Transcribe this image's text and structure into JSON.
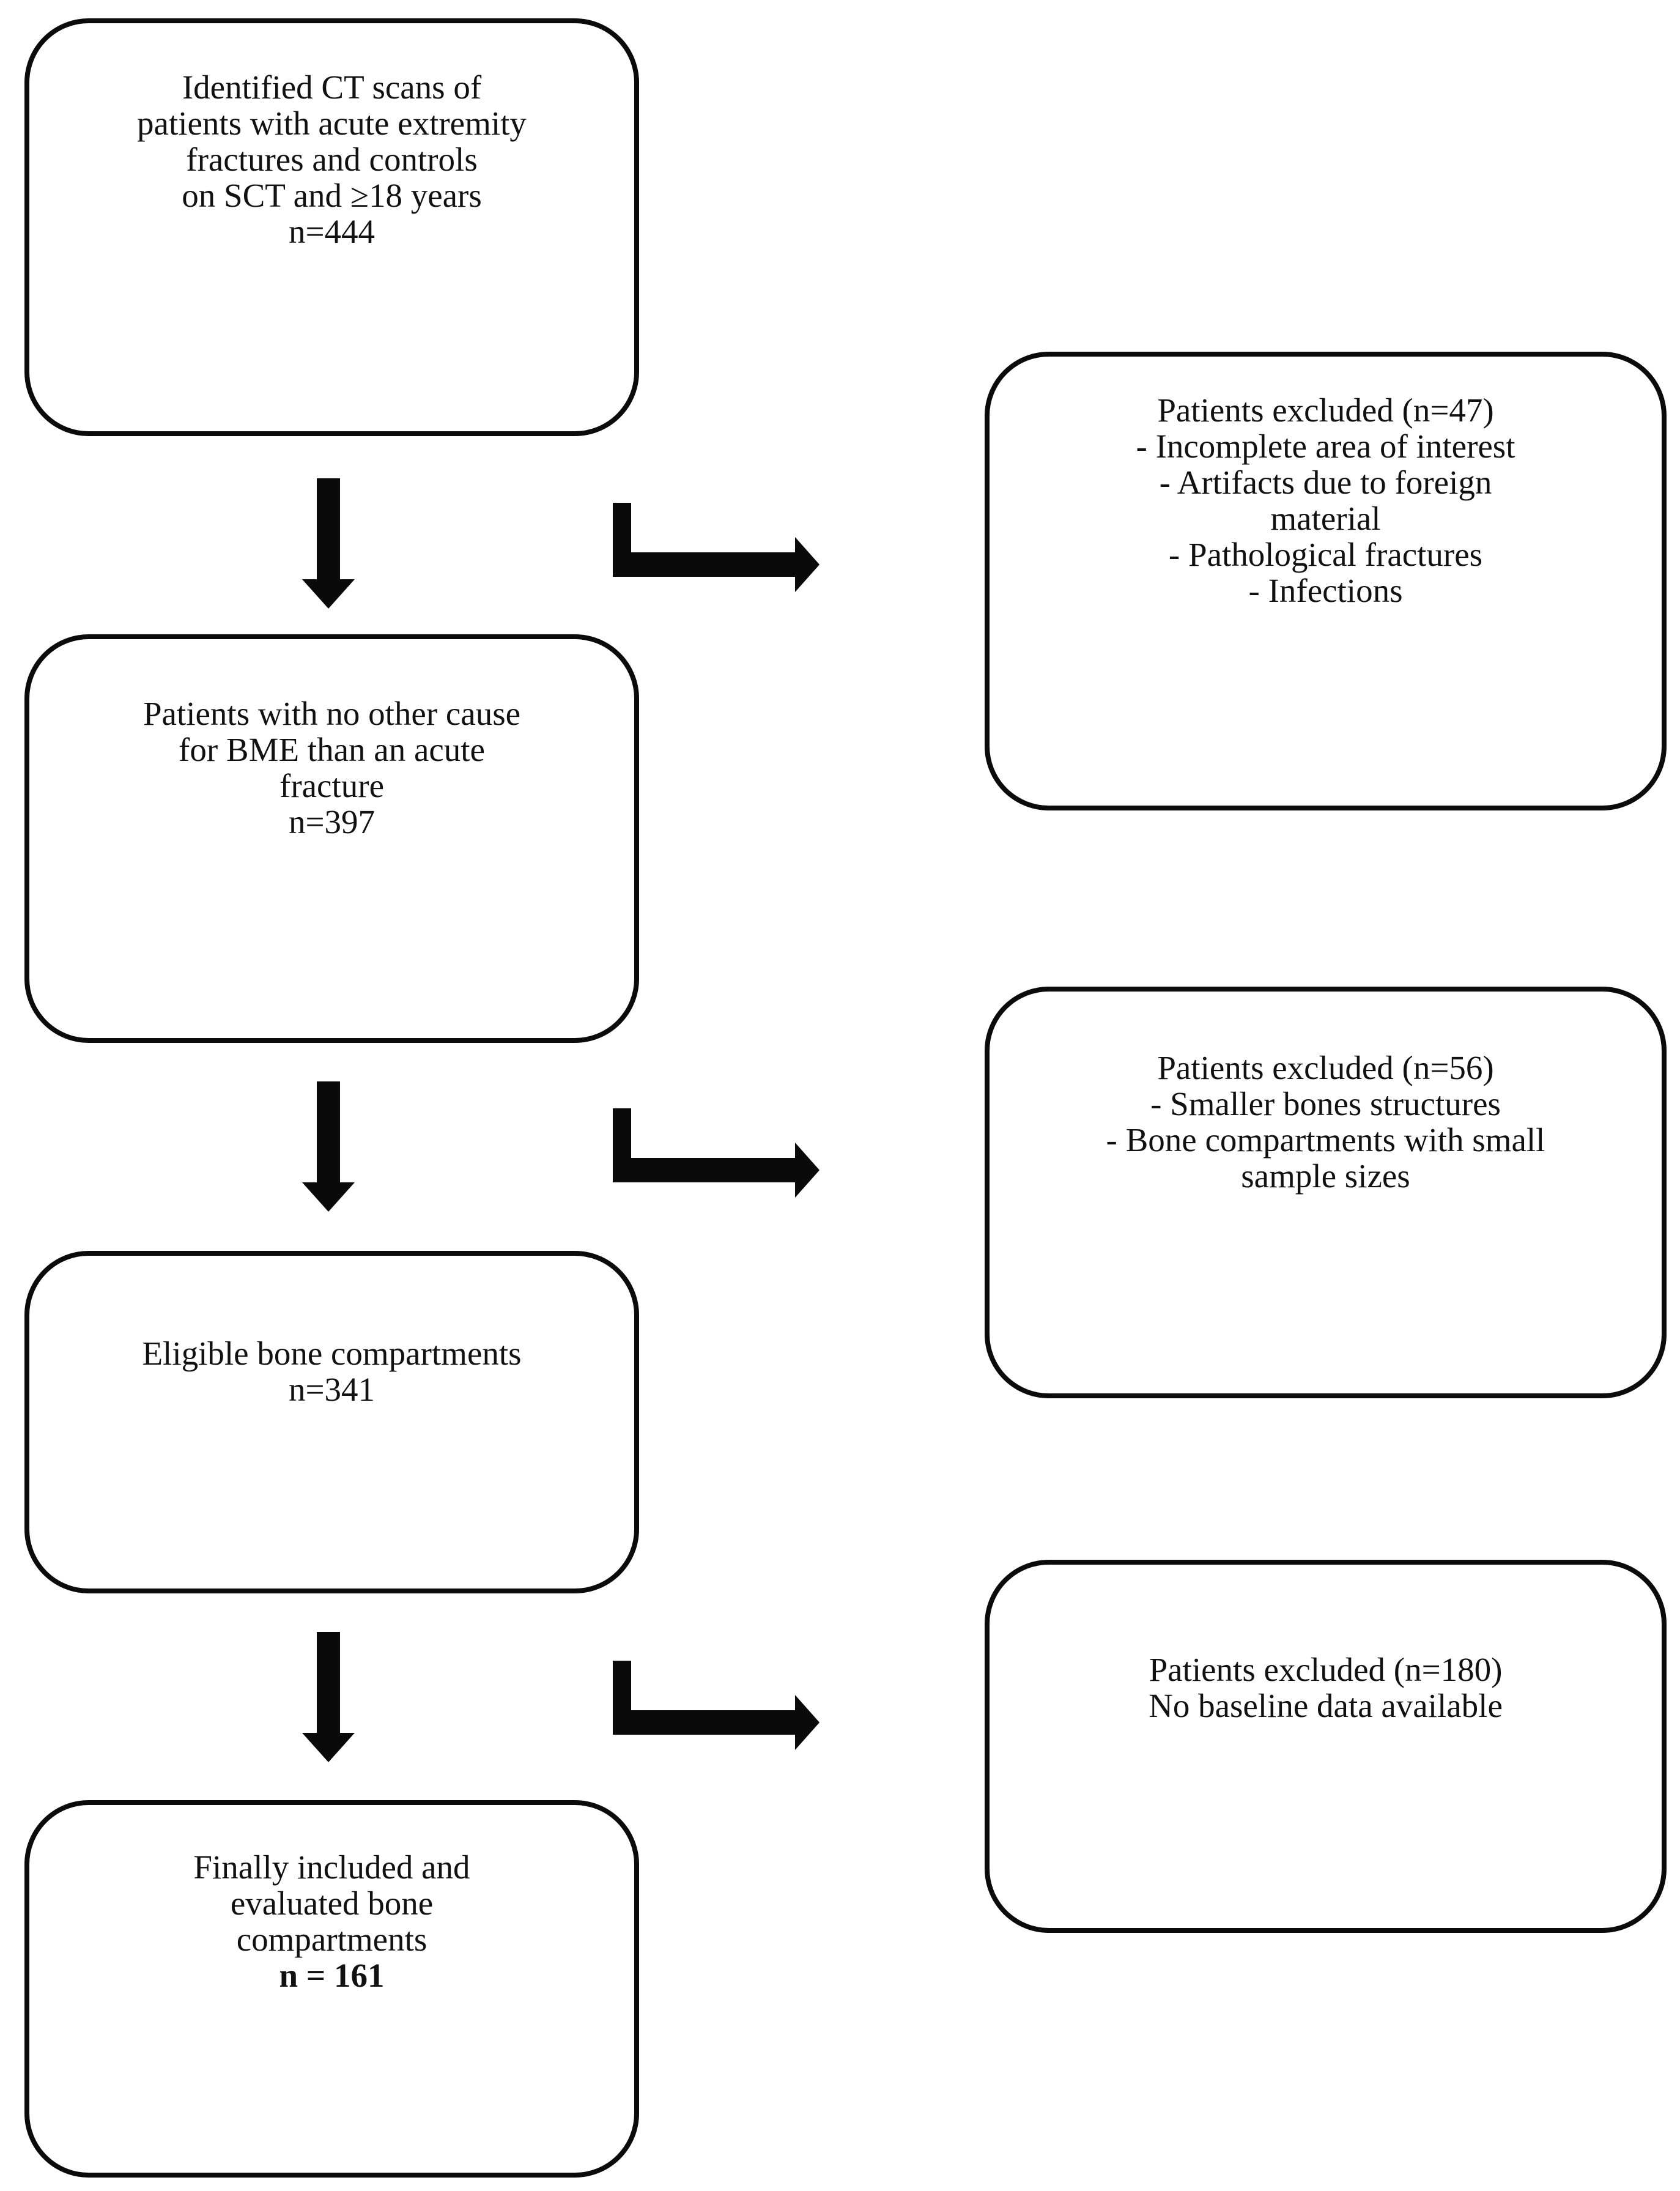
{
  "diagram": {
    "type": "patient-flowchart",
    "colors": {
      "background": "#ffffff",
      "line": "#0b0b0b",
      "text": "#111111"
    },
    "left_boxes": [
      {
        "id": "identified",
        "lines": [
          "Identified CT scans of",
          "patients with acute extremity",
          "fractures and controls",
          "on SCT and ≥18 years",
          "n=444"
        ]
      },
      {
        "id": "no-other-cause",
        "lines": [
          "Patients with no other cause",
          "for BME than an acute",
          "fracture",
          "n=397"
        ]
      },
      {
        "id": "eligible",
        "lines": [
          "Eligible bone compartments",
          "n=341"
        ]
      },
      {
        "id": "finally-included",
        "lines": [
          "Finally included and",
          "evaluated bone",
          "compartments"
        ],
        "bold_line": "n = 161"
      }
    ],
    "right_boxes": [
      {
        "id": "excluded-1",
        "lines": [
          "Patients excluded (n=47)",
          "- Incomplete area of interest",
          "- Artifacts due to foreign",
          "material",
          "- Pathological fractures",
          "- Infections"
        ]
      },
      {
        "id": "excluded-2",
        "lines": [
          "Patients excluded (n=56)",
          "- Smaller bones structures",
          "- Bone compartments with small",
          "sample sizes"
        ]
      },
      {
        "id": "excluded-3",
        "lines": [
          "Patients excluded (n=180)",
          "No baseline data available"
        ]
      }
    ]
  }
}
